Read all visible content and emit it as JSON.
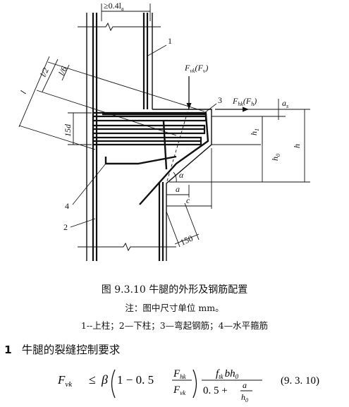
{
  "figure": {
    "title": "图 9.3.10   牛腿的外形及钢筋配置",
    "note": "注：图中尺寸单位 mm。",
    "legend": "1--上柱；2—下柱；3—弯起钢筋；4—水平箍筋",
    "labels": {
      "top_dim": "≥0.4l",
      "top_dim_sub": "a",
      "callout_1": "1",
      "callout_2": "2",
      "callout_3": "3",
      "callout_4": "4",
      "l": "l",
      "l_half": "l/2",
      "l_6": "l/6",
      "d15": "15d",
      "fv": "F",
      "fv_sub": "vk",
      "fv_paren": "(F",
      "fv_paren_sub": "v",
      "fh": "F",
      "fh_sub": "hk",
      "fh_paren": "(F",
      "fh_paren_sub": "h",
      "as": "a",
      "as_sub": "s",
      "h1": "h",
      "h1_sub": "1",
      "h0": "h",
      "h0_sub": "0",
      "h": "h",
      "alpha": "α",
      "a": "a",
      "c": "c",
      "d150": "150"
    }
  },
  "section": {
    "number": "1",
    "title": "牛腿的裂缝控制要求"
  },
  "formula": {
    "lhs": "F",
    "lhs_sub": "vk",
    "le": "≤",
    "beta": "β",
    "one_minus": "1 − 0. 5",
    "num_f": "F",
    "num_f_sub": "hk",
    "den_f": "F",
    "den_f_sub": "vk",
    "ftk": "f",
    "ftk_sub": "tk",
    "bh": "bh",
    "bh_sub": "0",
    "den_const": "0. 5 +",
    "a": "a",
    "h": "h",
    "h_sub": "0",
    "eq_number": "(9. 3. 10)"
  }
}
